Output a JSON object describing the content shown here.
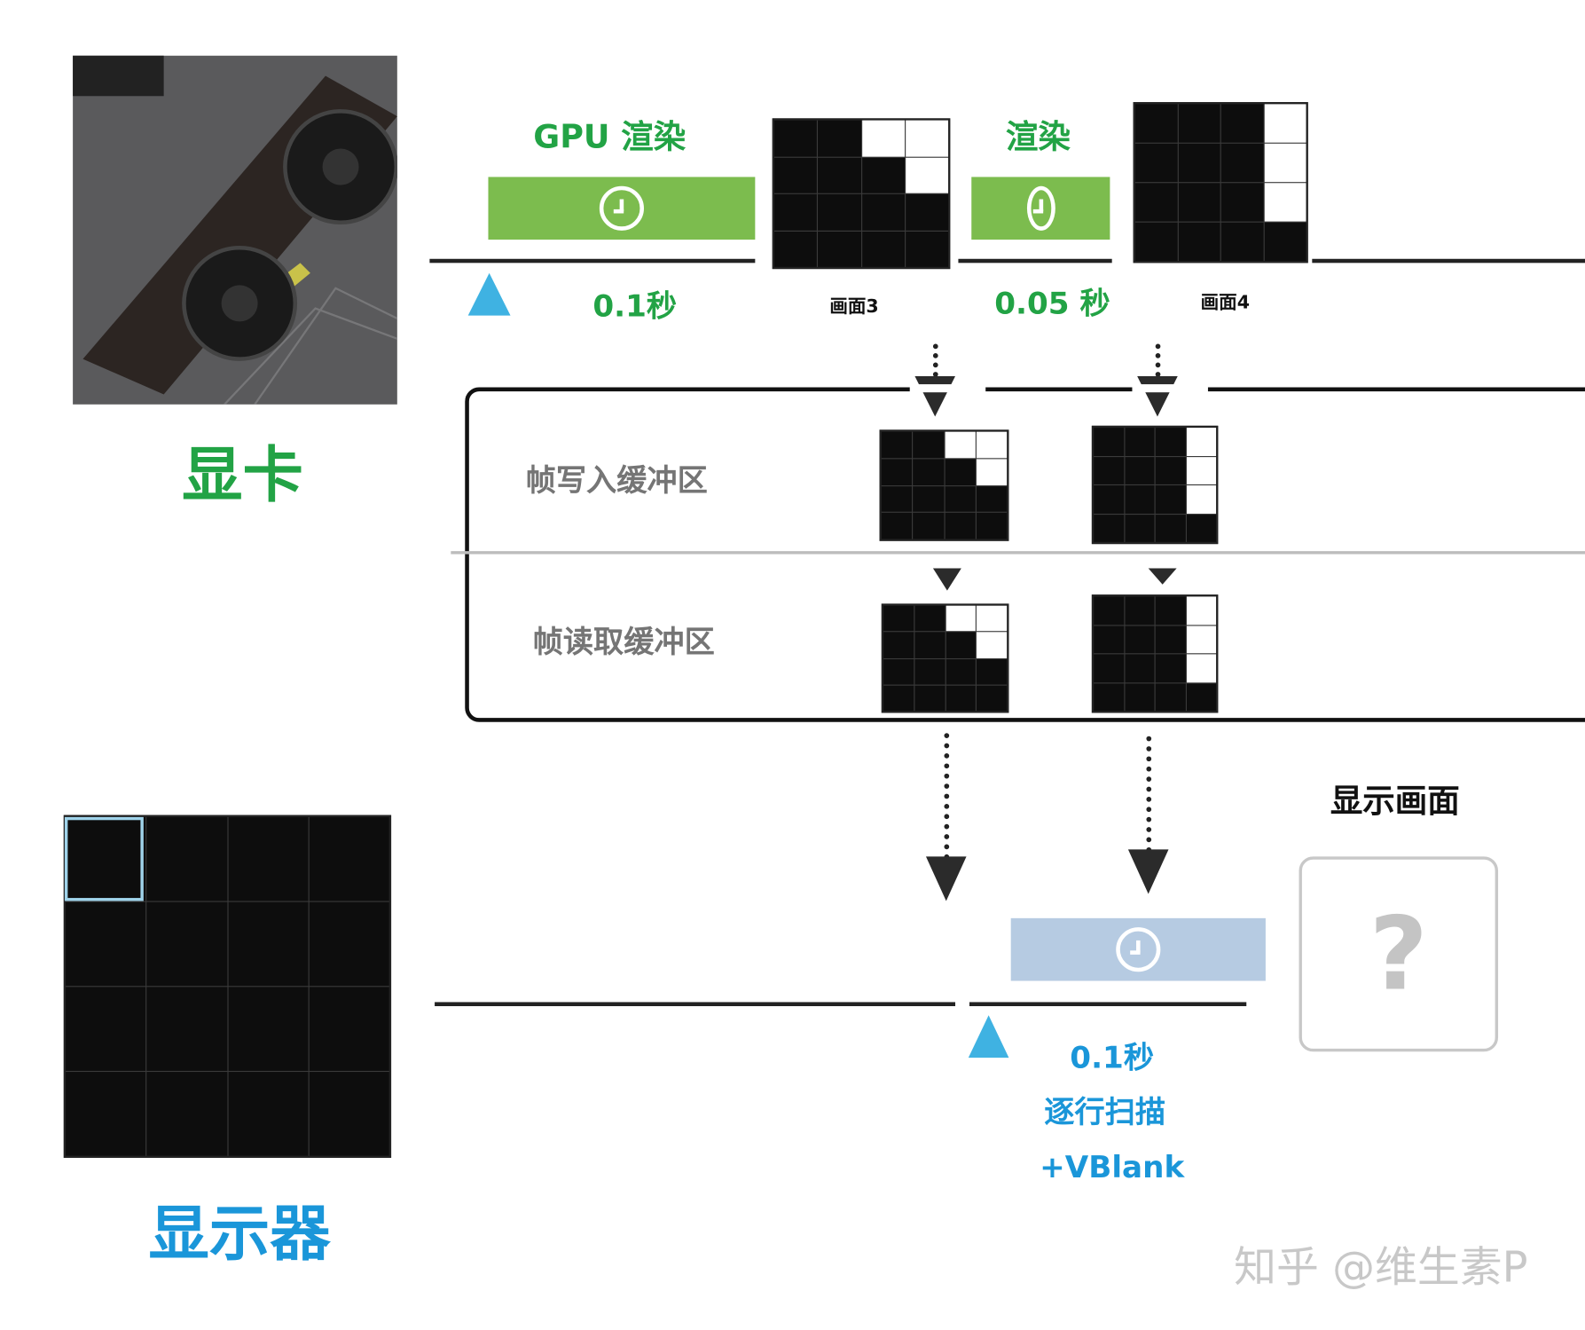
{
  "gpu_section": {
    "label": "显卡",
    "image": "graphics-card-photo"
  },
  "monitor_section": {
    "label": "显示器"
  },
  "render_row": {
    "render1_label": "GPU 渲染",
    "render1_time": "0.1秒",
    "frame3_label": "画面3",
    "render2_label": "渲染",
    "render2_time": "0.05 秒",
    "frame4_label": "画面4"
  },
  "buffer": {
    "write_label": "帧写入缓冲区",
    "read_label": "帧读取缓冲区"
  },
  "scan": {
    "time": "0.1秒",
    "line1": "逐行扫描",
    "line2": "+VBlank"
  },
  "display": {
    "title": "显示画面",
    "unknown": "?"
  },
  "frames": {
    "frame3_white_cells": [
      2,
      3,
      7
    ],
    "frame4_white_cells": [
      3,
      7,
      11
    ]
  },
  "colors": {
    "green": "#22a345",
    "green_bar": "#7cbc4e",
    "blue_text": "#1a96d9",
    "blue_bar": "#b6cbe2",
    "triangle": "#3fb2e2",
    "gray_text": "#757575"
  },
  "watermark": "知乎 @维生素P"
}
